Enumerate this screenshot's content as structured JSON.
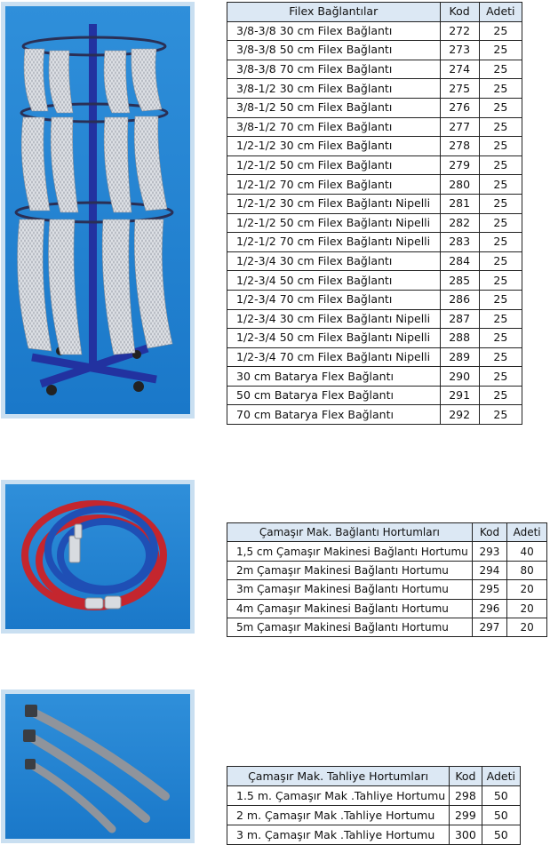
{
  "colors": {
    "photo_bg": "#1f80d0",
    "photo_border": "#c9dff1",
    "header_bg": "#dce8f4",
    "stand_blue": "#2232a0"
  },
  "filex": {
    "headers": {
      "name": "Filex Bağlantılar",
      "code": "Kod",
      "qty": "Adeti"
    },
    "rows": [
      {
        "name": "3/8-3/8 30 cm Filex Bağlantı",
        "code": "272",
        "qty": "25"
      },
      {
        "name": "3/8-3/8 50 cm Filex Bağlantı",
        "code": "273",
        "qty": "25"
      },
      {
        "name": "3/8-3/8 70 cm Filex Bağlantı",
        "code": "274",
        "qty": "25"
      },
      {
        "name": "3/8-1/2 30 cm Filex Bağlantı",
        "code": "275",
        "qty": "25"
      },
      {
        "name": "3/8-1/2 50 cm Filex Bağlantı",
        "code": "276",
        "qty": "25"
      },
      {
        "name": "3/8-1/2 70 cm Filex Bağlantı",
        "code": "277",
        "qty": "25"
      },
      {
        "name": "1/2-1/2 30 cm Filex Bağlantı",
        "code": "278",
        "qty": "25"
      },
      {
        "name": "1/2-1/2 50 cm Filex Bağlantı",
        "code": "279",
        "qty": "25"
      },
      {
        "name": "1/2-1/2 70 cm Filex Bağlantı",
        "code": "280",
        "qty": "25"
      },
      {
        "name": "1/2-1/2 30 cm Filex Bağlantı Nipelli",
        "code": "281",
        "qty": "25"
      },
      {
        "name": "1/2-1/2 50 cm Filex Bağlantı Nipelli",
        "code": "282",
        "qty": "25"
      },
      {
        "name": "1/2-1/2 70 cm Filex Bağlantı Nipelli",
        "code": "283",
        "qty": "25"
      },
      {
        "name": "1/2-3/4 30 cm Filex Bağlantı",
        "code": "284",
        "qty": "25"
      },
      {
        "name": "1/2-3/4 50 cm Filex Bağlantı",
        "code": "285",
        "qty": "25"
      },
      {
        "name": "1/2-3/4 70 cm Filex Bağlantı",
        "code": "286",
        "qty": "25"
      },
      {
        "name": "1/2-3/4 30 cm Filex Bağlantı Nipelli",
        "code": "287",
        "qty": "25"
      },
      {
        "name": "1/2-3/4 50 cm Filex Bağlantı Nipelli",
        "code": "288",
        "qty": "25"
      },
      {
        "name": "1/2-3/4 70 cm Filex Bağlantı Nipelli",
        "code": "289",
        "qty": "25"
      },
      {
        "name": "30 cm Batarya Flex Bağlantı",
        "code": "290",
        "qty": "25"
      },
      {
        "name": "50 cm Batarya Flex Bağlantı",
        "code": "291",
        "qty": "25"
      },
      {
        "name": "70 cm Batarya Flex Bağlantı",
        "code": "292",
        "qty": "25"
      }
    ]
  },
  "washer": {
    "headers": {
      "name": "Çamaşır Mak. Bağlantı Hortumları",
      "code": "Kod",
      "qty": "Adeti"
    },
    "rows": [
      {
        "name": "1,5 cm Çamaşır Makinesi Bağlantı Hortumu",
        "code": "293",
        "qty": "40"
      },
      {
        "name": "2m Çamaşır Makinesi Bağlantı Hortumu",
        "code": "294",
        "qty": "80"
      },
      {
        "name": "3m Çamaşır Makinesi Bağlantı Hortumu",
        "code": "295",
        "qty": "20"
      },
      {
        "name": "4m Çamaşır Makinesi Bağlantı Hortumu",
        "code": "296",
        "qty": "20"
      },
      {
        "name": "5m Çamaşır Makinesi Bağlantı Hortumu",
        "code": "297",
        "qty": "20"
      }
    ]
  },
  "drain": {
    "headers": {
      "name": "Çamaşır Mak. Tahliye Hortumları",
      "code": "Kod",
      "qty": "Adeti"
    },
    "rows": [
      {
        "name": "1.5 m. Çamaşır Mak .Tahliye Hortumu",
        "code": "298",
        "qty": "50"
      },
      {
        "name": "2 m. Çamaşır Mak .Tahliye Hortumu",
        "code": "299",
        "qty": "50"
      },
      {
        "name": "3 m. Çamaşır Mak .Tahliye Hortumu",
        "code": "300",
        "qty": "50"
      }
    ]
  }
}
